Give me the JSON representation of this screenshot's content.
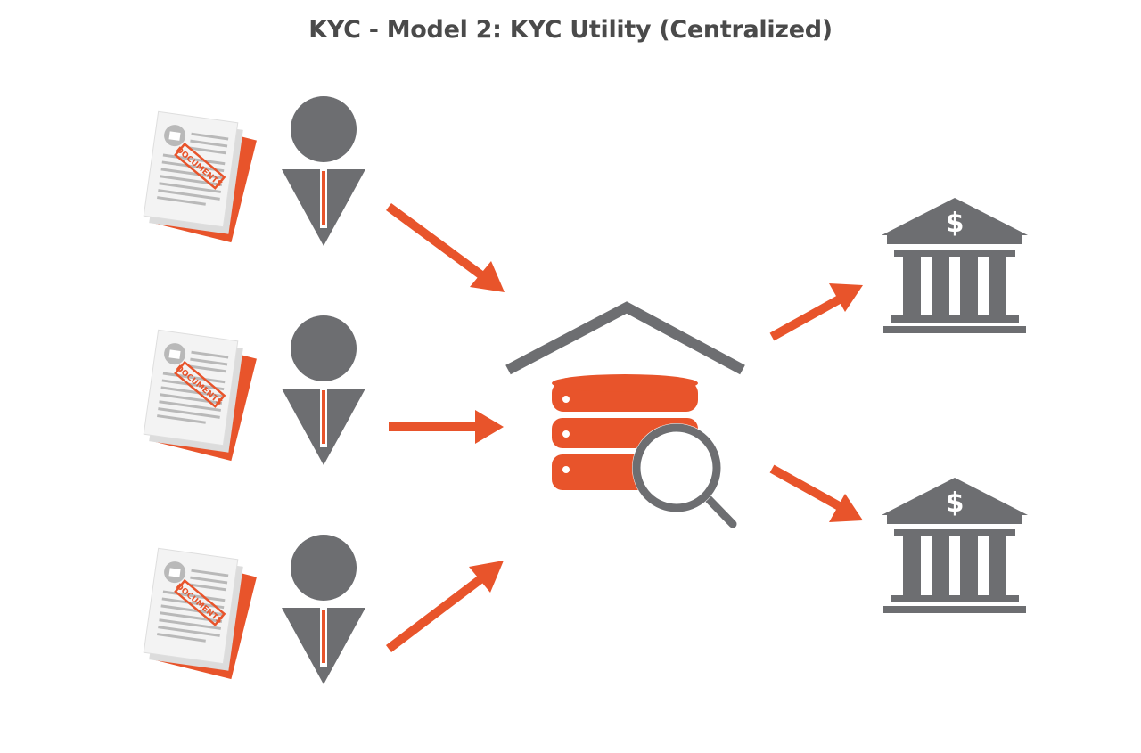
{
  "title": "KYC - Model 2: KYC Utility (Centralized)",
  "colors": {
    "gray": "#6d6e71",
    "orange": "#e8542b",
    "paper": "#f3f3f3",
    "paper_line": "#b9b9b9",
    "white": "#ffffff"
  },
  "customers": [
    {
      "document": {
        "stamp_text": "DOCUMENTS"
      }
    },
    {
      "document": {
        "stamp_text": "DOCUMENTS"
      }
    },
    {
      "document": {
        "stamp_text": "DOCUMENTS"
      }
    }
  ],
  "utility": {
    "icon": "database-search-icon",
    "roof_icon": "roof-icon"
  },
  "banks": [
    {
      "icon": "bank-icon",
      "symbol": "$"
    },
    {
      "icon": "bank-icon",
      "symbol": "$"
    }
  ]
}
